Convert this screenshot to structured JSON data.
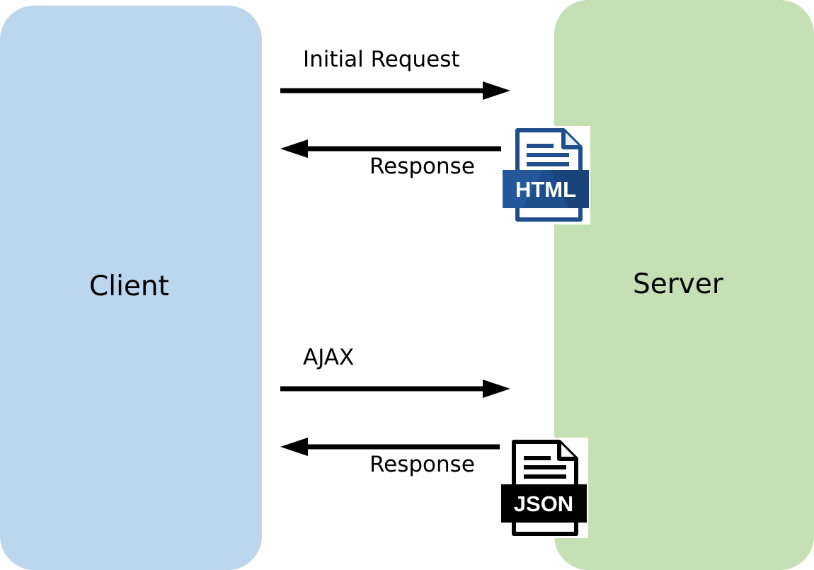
{
  "client": {
    "label": "Client",
    "color": "#bcd6ee"
  },
  "server": {
    "label": "Server",
    "color": "#c5e0b4"
  },
  "messages": [
    {
      "label": "Initial Request",
      "direction": "client-to-server"
    },
    {
      "label": "Response",
      "direction": "server-to-client",
      "payload_icon": "html-file-icon"
    },
    {
      "label": "AJAX",
      "direction": "client-to-server"
    },
    {
      "label": "Response",
      "direction": "server-to-client",
      "payload_icon": "json-file-icon"
    }
  ],
  "icons": {
    "html": {
      "badge": "HTML",
      "color": "#1f4e8c"
    },
    "json": {
      "badge": "JSON",
      "color": "#000000"
    }
  }
}
